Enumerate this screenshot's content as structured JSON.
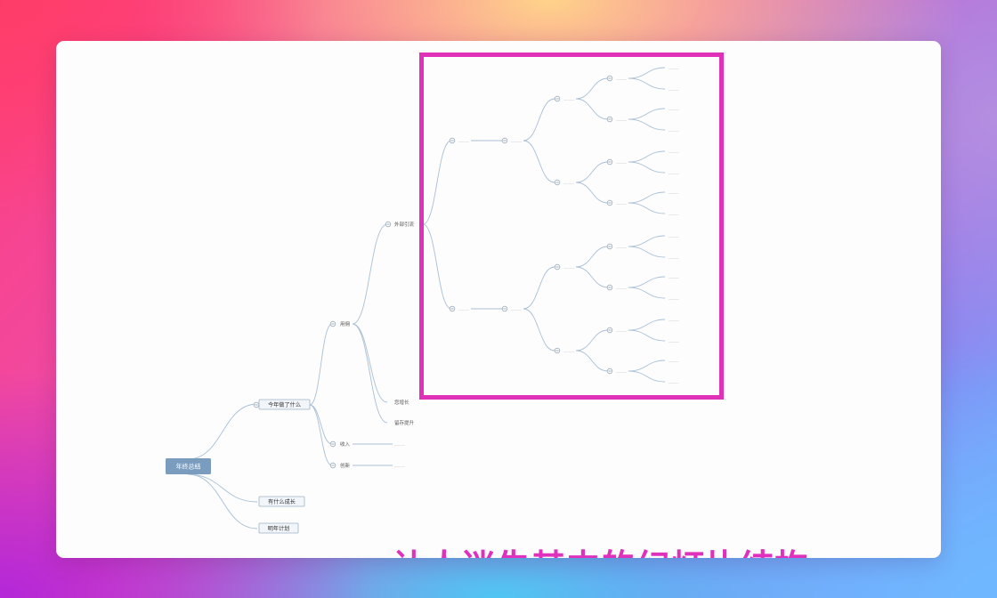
{
  "mindmap": {
    "root": "年终总结",
    "branch_main": "今年做了什么",
    "branch_growth": "有什么成长",
    "branch_plan": "明年计划",
    "sub_yongyou": "用佣",
    "sub_income": "收入",
    "sub_innovation": "创新",
    "leaf_outside": "外部引流",
    "leaf_growth": "您增长",
    "leaf_upgrade": "留存提升",
    "placeholder": "……"
  },
  "caption": "让人迷失其中的幻灯片结构",
  "colors": {
    "highlight": "#e032b8",
    "caption": "#df31bd",
    "root_fill": "#7a9dbf",
    "connector": "#a9bfd6"
  }
}
